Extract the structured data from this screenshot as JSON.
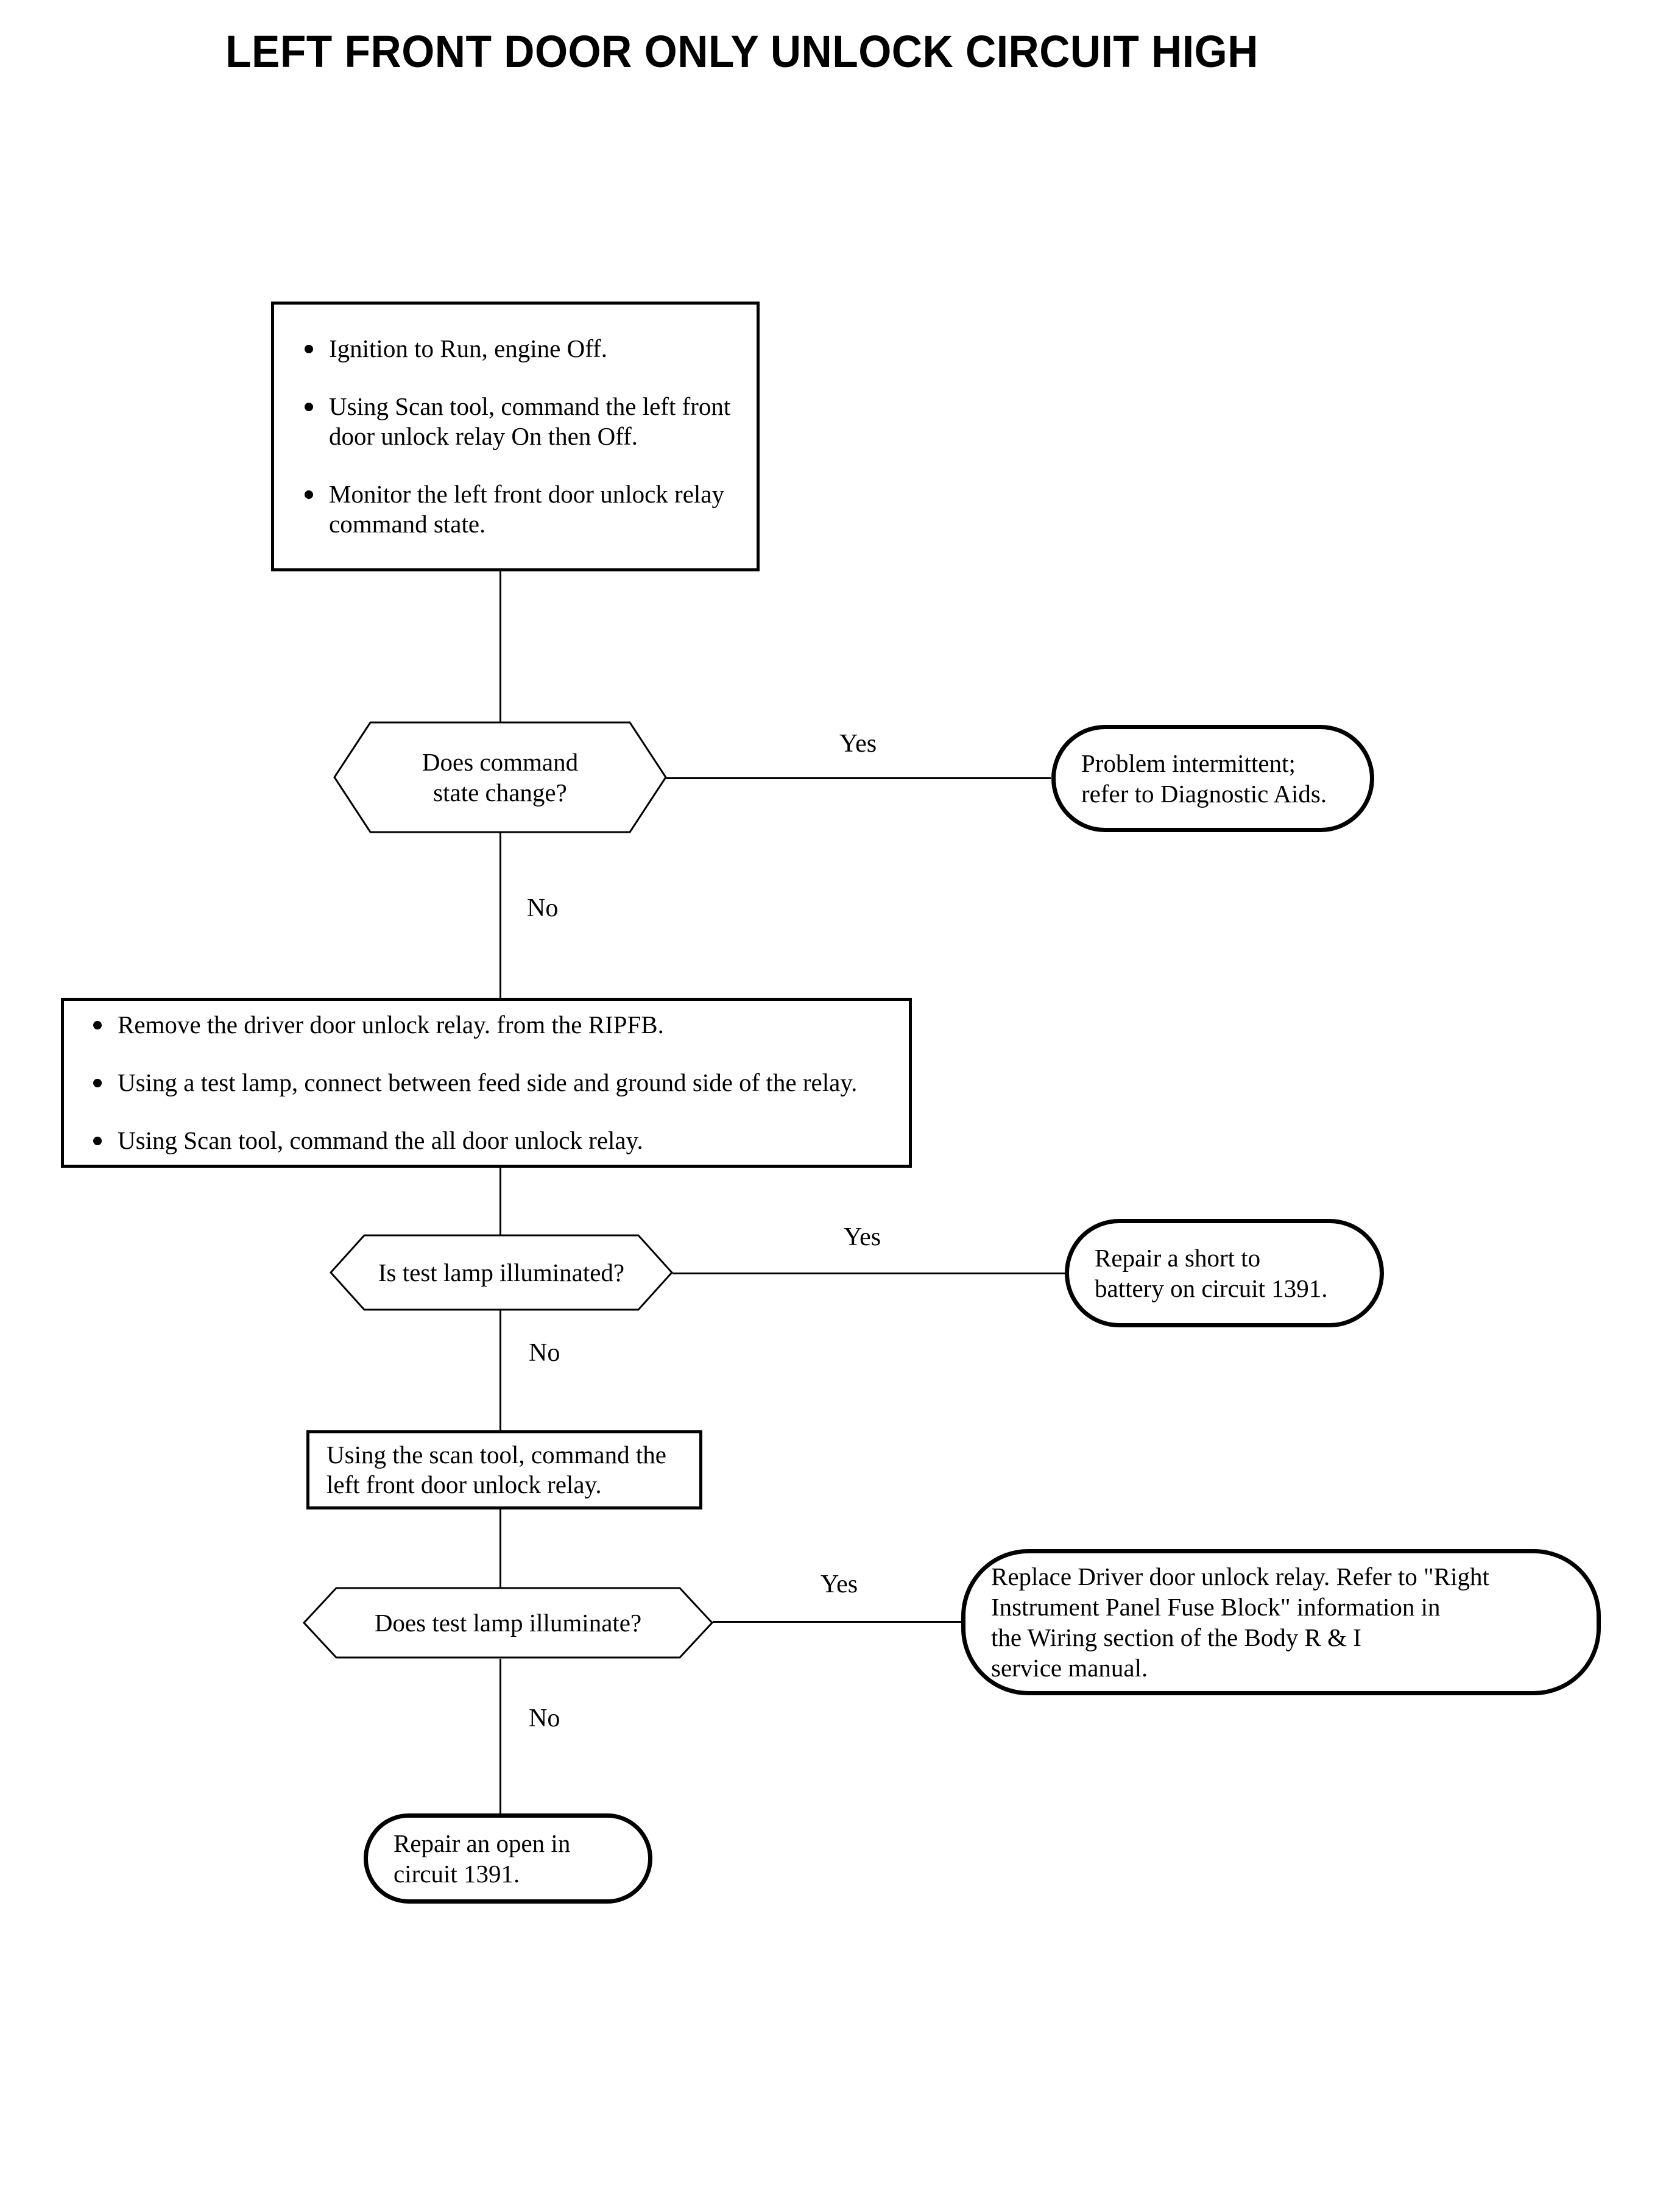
{
  "title": "LEFT FRONT DOOR ONLY UNLOCK CIRCUIT HIGH",
  "diagram": {
    "type": "flowchart",
    "orientation": "top-to-bottom",
    "nodes": {
      "step1": {
        "shape": "process",
        "bullets": [
          "Ignition to Run, engine Off.",
          "Using Scan tool, command the left front door unlock relay On then Off.",
          "Monitor the left front door unlock relay command state."
        ]
      },
      "decision1": {
        "shape": "decision",
        "line1": "Does command",
        "line2": "state change?"
      },
      "terminal1": {
        "shape": "terminal",
        "line1": "Problem intermittent;",
        "line2": "refer to Diagnostic Aids."
      },
      "step2": {
        "shape": "process",
        "bullets": [
          "Remove the driver door unlock relay. from the RIPFB.",
          "Using a test lamp, connect between feed side and ground side of the relay.",
          "Using Scan tool, command the all door unlock relay."
        ]
      },
      "decision2": {
        "shape": "decision",
        "line1": "Is test lamp illuminated?"
      },
      "terminal2": {
        "shape": "terminal",
        "line1": "Repair a short to",
        "line2": "battery on circuit 1391."
      },
      "step3": {
        "shape": "process",
        "line1": "Using the scan tool, command the",
        "line2": "left front door unlock relay."
      },
      "decision3": {
        "shape": "decision",
        "line1": "Does test lamp illuminate?"
      },
      "terminal3": {
        "shape": "terminal",
        "line1": "Replace Driver door unlock relay. Refer to \"Right",
        "line2": "Instrument Panel Fuse Block\" information in",
        "line3": "the Wiring section of the Body R & I",
        "line4": "service manual."
      },
      "terminal4": {
        "shape": "terminal",
        "line1": "Repair an open in",
        "line2": "circuit 1391."
      }
    },
    "edge_labels": {
      "yes1": "Yes",
      "no1": "No",
      "yes2": "Yes",
      "no2": "No",
      "yes3": "Yes",
      "no3": "No"
    },
    "colors": {
      "stroke": "#000000",
      "background": "#ffffff",
      "text": "#000000"
    }
  }
}
